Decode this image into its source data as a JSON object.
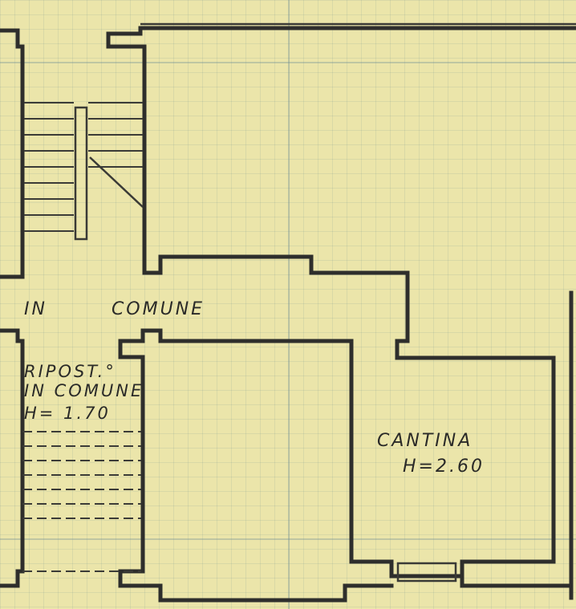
{
  "plan": {
    "corridor_label": "IN COMUNE",
    "storage": {
      "line1": "RIPOST.°",
      "line2": "IN COMUNE",
      "height": "H= 1.70"
    },
    "cellar": {
      "name": "CANTINA",
      "height": "H=2.60"
    }
  }
}
